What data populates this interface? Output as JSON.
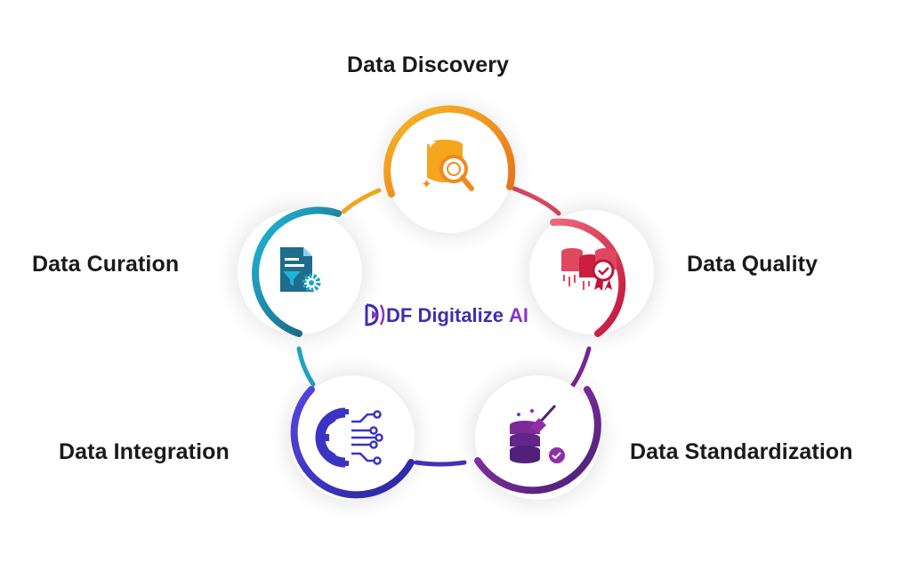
{
  "brand": {
    "name": "DF Digitalize",
    "suffix": "AI",
    "name_color": "#3f2fb0",
    "suffix_color": "#8a33c9"
  },
  "stages": [
    {
      "id": "discovery",
      "label": "Data Discovery",
      "icon": "database-search-icon",
      "colors": [
        "#f6b21f",
        "#e9741b"
      ]
    },
    {
      "id": "quality",
      "label": "Data Quality",
      "icon": "database-award-icon",
      "colors": [
        "#e85a6e",
        "#c4173f"
      ]
    },
    {
      "id": "standardization",
      "label": "Data Standardization",
      "icon": "database-brush-check-icon",
      "colors": [
        "#8e2fa8",
        "#4f2178"
      ]
    },
    {
      "id": "integration",
      "label": "Data Integration",
      "icon": "gear-circuit-icon",
      "colors": [
        "#4a3fd9",
        "#2d2aa8"
      ]
    },
    {
      "id": "curation",
      "label": "Data Curation",
      "icon": "document-filter-gear-icon",
      "colors": [
        "#1fb4d6",
        "#1f5d7a"
      ]
    }
  ]
}
